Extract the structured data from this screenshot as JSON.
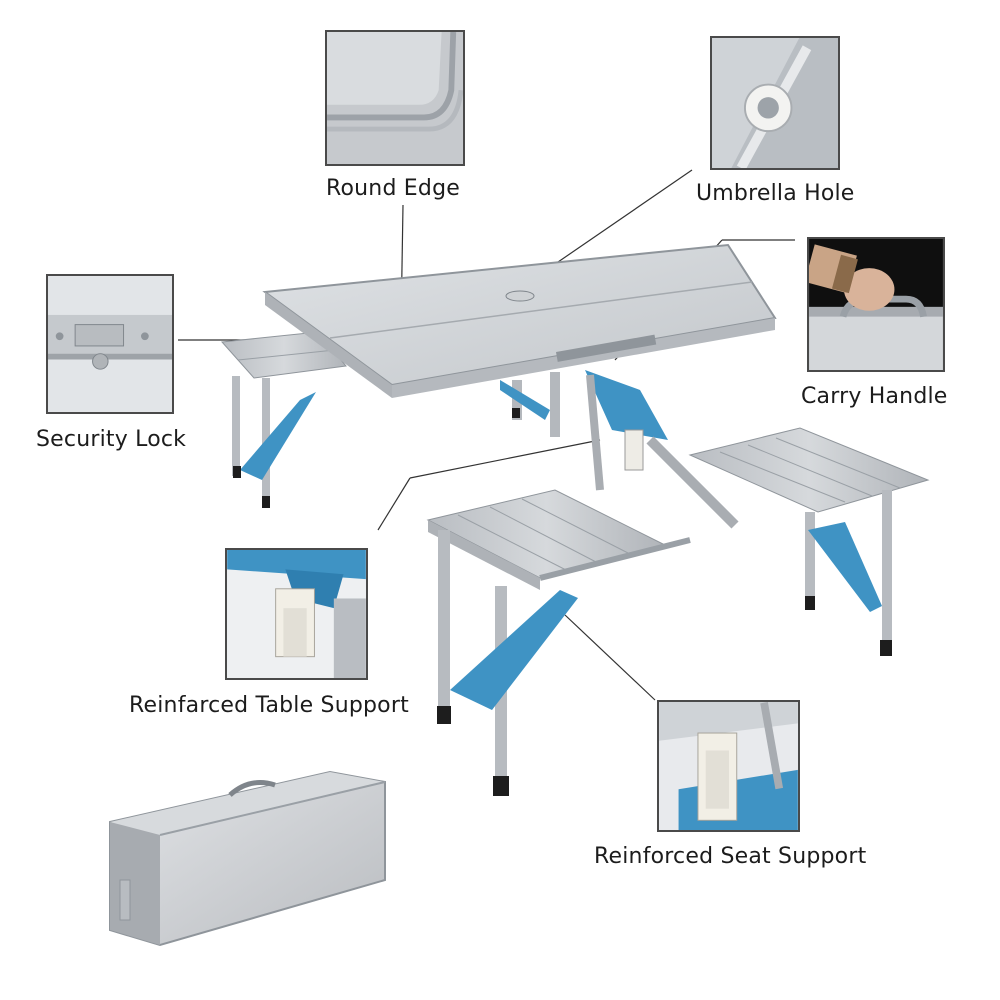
{
  "labels": {
    "round_edge": "Round Edge",
    "umbrella_hole": "Umbrella Hole",
    "security_lock": "Security Lock",
    "carry_handle": "Carry Handle",
    "reinforced_table_support": "Reinfarced Table Support",
    "reinforced_seat_support": "Reinforced Seat Support"
  },
  "colors": {
    "aluminium": "#c9ccd0",
    "aluminium_dark": "#9aa0a6",
    "bracket_blue": "#3f93c4",
    "foot_black": "#1d1d1d",
    "leader_line": "#333333"
  }
}
